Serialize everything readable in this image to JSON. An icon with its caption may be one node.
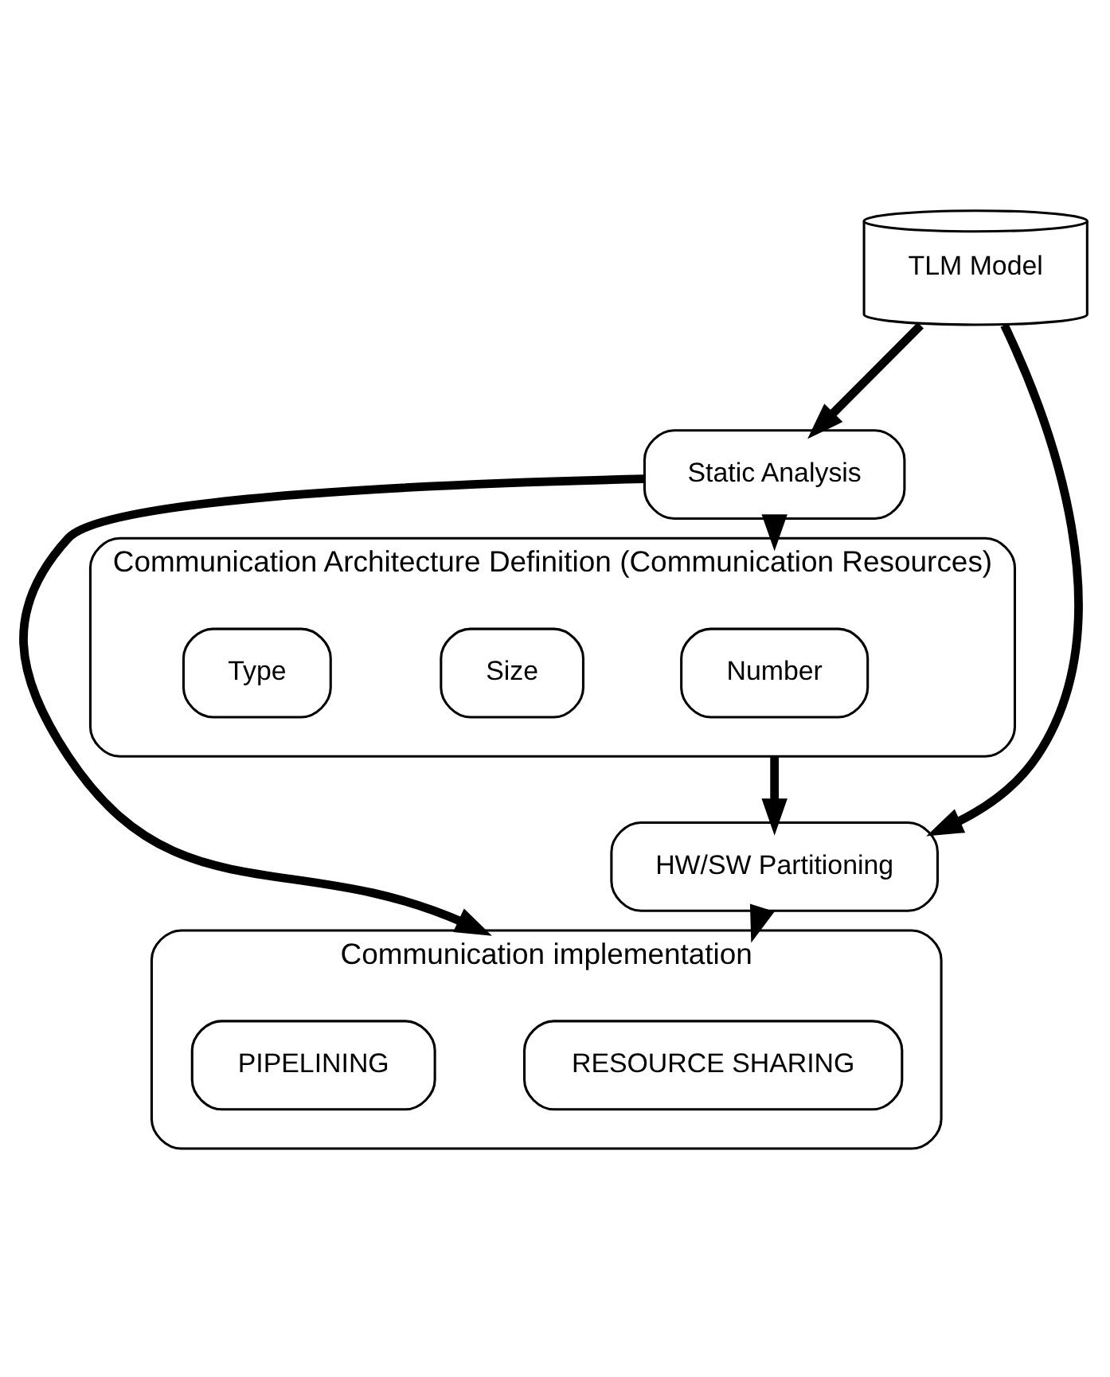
{
  "diagram": {
    "nodes": [
      {
        "text": [
          "TLM Model"
        ]
      },
      {
        "text": [
          "Static Analysis"
        ]
      },
      {
        "text": [
          "Communication Architecture Definition (Communication Resources)"
        ]
      },
      {
        "text": [
          "Number"
        ],
        "in": 2
      },
      {
        "text": [
          "Size"
        ],
        "in": 2
      },
      {
        "text": [
          "Type"
        ],
        "in": 2
      },
      {
        "text": [
          "HW/SW Partitioning"
        ]
      },
      {
        "text": [
          "Communication implementation"
        ]
      },
      {
        "text": [
          "RESOURCE SHARING"
        ],
        "in": 7
      },
      {
        "text": [
          "PIPELINING"
        ],
        "in": 7
      }
    ],
    "edges": [
      {
        "from": 0,
        "to": 1,
        "arrow": "to"
      },
      {
        "from": 0,
        "to": 6,
        "arrow": "to"
      },
      {
        "from": 1,
        "to": 2,
        "arrow": "to"
      },
      {
        "from": 1,
        "to": 7,
        "arrow": "to"
      },
      {
        "from": 2,
        "to": 6,
        "arrow": "to"
      },
      {
        "from": 6,
        "to": 7,
        "arrow": "to"
      }
    ]
  }
}
